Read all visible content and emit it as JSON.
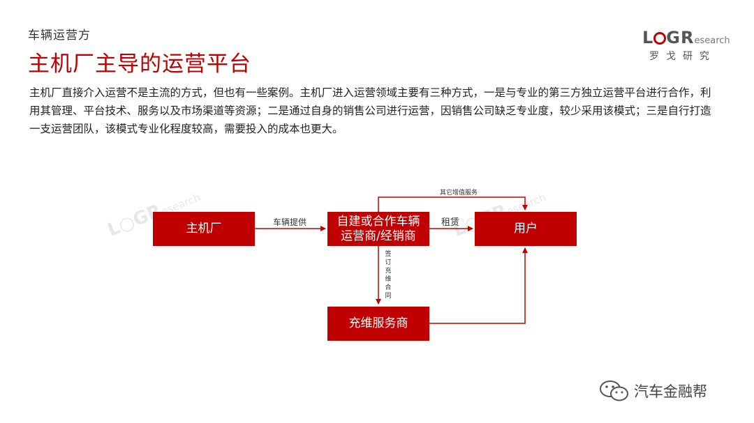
{
  "header": {
    "section": "车辆运营方",
    "title": "主机厂主导的运营平台",
    "body": "主机厂直接介入运营不是主流的方式，但也有一些案例。主机厂进入运营领域主要有三种方式，一是与专业的第三方独立运营平台进行合作，利用其管理、平台技术、服务以及市场渠道等资源；二是通过自身的销售公司进行运营，因销售公司缺乏专业度，较少采用该模式；三是自行打造一支运营团队，该模式专业化程度较高，需要投入的成本也更大。"
  },
  "logo": {
    "l": "L",
    "g": "G",
    "r": "R",
    "rest": "esearch",
    "sub": "罗戈研究"
  },
  "diagram": {
    "nodes": {
      "oem": "主机厂",
      "operator": "自建或合作车辆运营商/经销商",
      "user": "用户",
      "service": "充维服务商"
    },
    "edges": {
      "vehicle_supply": "车辆提供",
      "rent": "租赁",
      "other_value_added": "其它增值服务",
      "sign_contract": "签订充维合同"
    }
  },
  "footer": {
    "account": "汽车金融帮"
  },
  "colors": {
    "accent": "#c00000"
  }
}
